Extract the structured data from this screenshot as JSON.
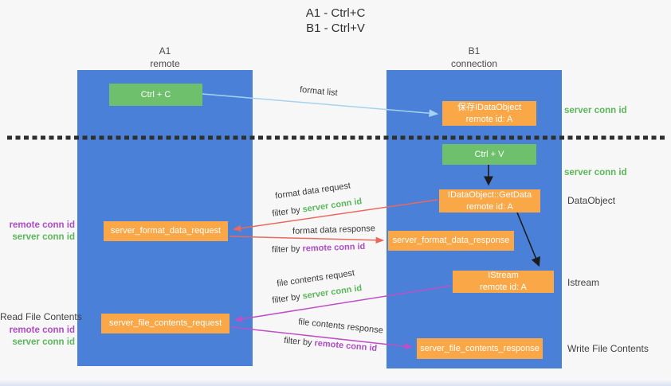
{
  "title": {
    "line1": "A1 - Ctrl+C",
    "line2": "B1 - Ctrl+V"
  },
  "columns": {
    "left": {
      "header_line1": "A1",
      "header_line2": "remote"
    },
    "right": {
      "header_line1": "B1",
      "header_line2": "connection"
    }
  },
  "boxes": {
    "ctrl_c": {
      "label": "Ctrl + C"
    },
    "save_idataobject": {
      "line1": "保存IDataObject",
      "line2": "remote id: A"
    },
    "ctrl_v": {
      "label": "Ctrl + V"
    },
    "getdata": {
      "line1": "IDataObject::GetData",
      "line2": "remote id: A"
    },
    "format_request": {
      "label": "server_format_data_request"
    },
    "format_response": {
      "label": "server_format_data_response"
    },
    "istream": {
      "line1": "IStream",
      "line2": "remote id: A"
    },
    "file_request": {
      "label": "server_file_contents_request"
    },
    "file_response": {
      "label": "server_file_contents_response"
    }
  },
  "arrow_labels": {
    "format_list": "format list",
    "format_data_request": "format data request",
    "format_data_response": "format data response",
    "file_contents_request": "file contents request",
    "file_contents_response": "file contents response",
    "filter_by": "filter by",
    "server_conn_id": "server conn id",
    "remote_conn_id": "remote conn id"
  },
  "side_labels": {
    "server_conn_id": "server conn id",
    "remote_conn_id": "remote conn id",
    "dataobject": "DataObject",
    "istream": "Istream",
    "read_file_contents": "Read File Contents",
    "write_file_contents": "Write File Contents"
  },
  "colors": {
    "column_blue": "#4a80d8",
    "box_green": "#6ec06c",
    "box_orange": "#f9a747",
    "arrow_blue": "#a5d2f0",
    "arrow_red": "#e9695e",
    "arrow_magenta": "#bf4fc6",
    "text_green": "#5bb75b",
    "text_purple": "#af4cc5"
  }
}
